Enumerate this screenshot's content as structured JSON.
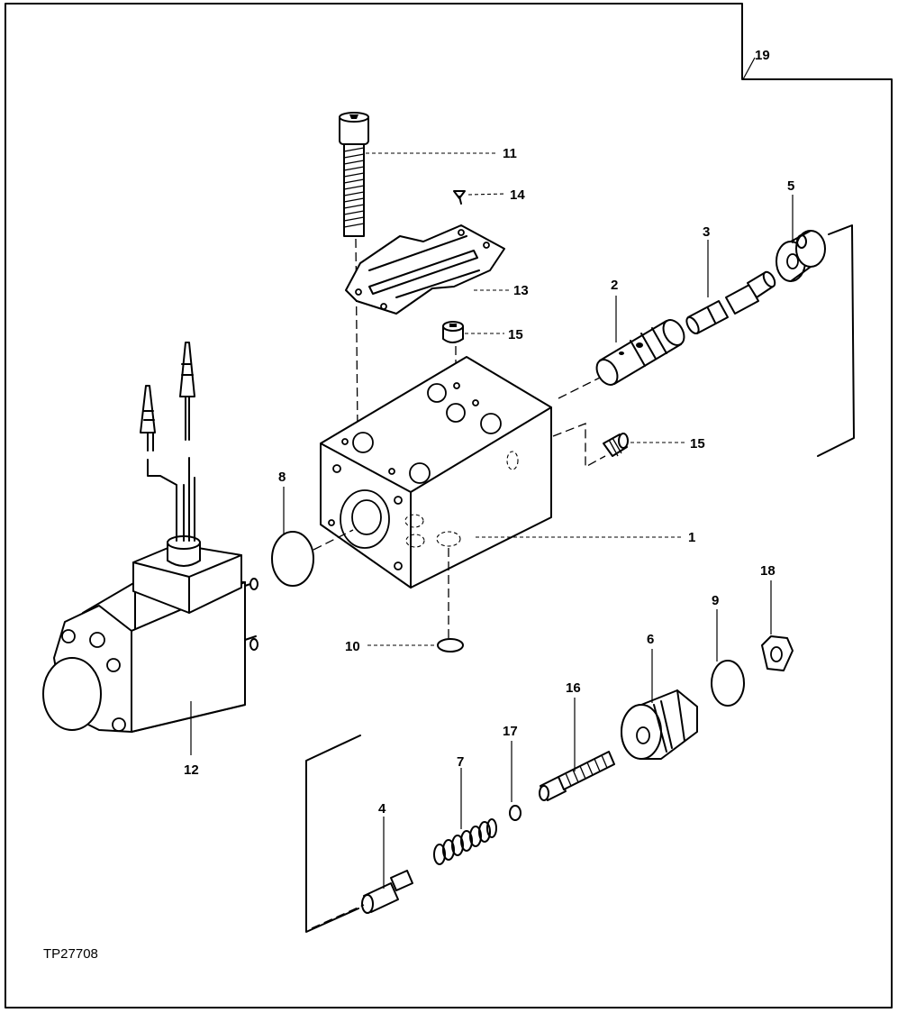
{
  "figure_id": "TP27708",
  "callouts": {
    "c1": "1",
    "c2": "2",
    "c3": "3",
    "c4": "4",
    "c5": "5",
    "c6": "6",
    "c7": "7",
    "c8": "8",
    "c9": "9",
    "c10": "10",
    "c11": "11",
    "c12": "12",
    "c13": "13",
    "c14": "14",
    "c15a": "15",
    "c15b": "15",
    "c16": "16",
    "c17": "17",
    "c18": "18",
    "c19": "19"
  }
}
